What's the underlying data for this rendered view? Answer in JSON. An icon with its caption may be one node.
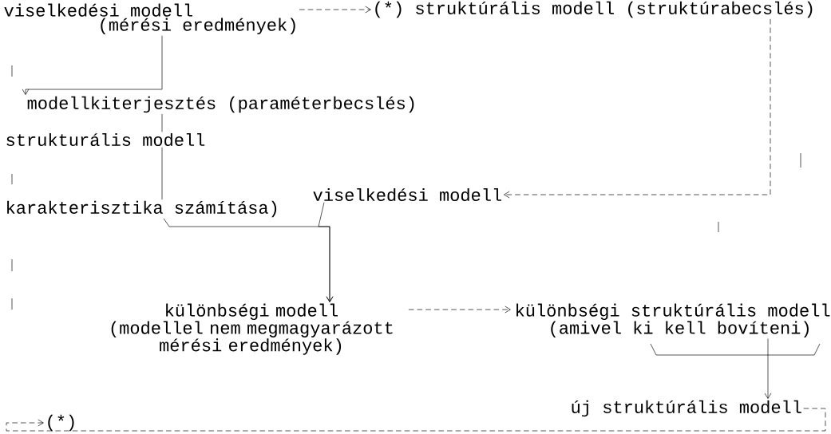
{
  "diagram": {
    "nodes": [
      {
        "text": [
          "viselkedési modell",
          "(mérési eredmények)"
        ]
      },
      {
        "text": [
          "(*) struktúrális modell (struktúrabecslés)"
        ]
      },
      {
        "text": [
          "modellkiterjesztés (paraméterbecslés)"
        ]
      },
      {
        "text": [
          "strukturális modell"
        ]
      },
      {
        "text": [
          "viselkedési modell"
        ]
      },
      {
        "text": [
          "karakterisztika számítása)"
        ]
      },
      {
        "text": [
          "különbségi modell",
          "(modellel nem megmagyarázott mérési eredmények)"
        ]
      },
      {
        "text": [
          "különbségi struktúrális modell",
          "(amivel ki kell bovíteni)"
        ]
      },
      {
        "text": [
          "új struktúrális modell"
        ]
      },
      {
        "text": [
          "(*)"
        ]
      }
    ],
    "edges": [
      {
        "from": 0,
        "to": 1,
        "arrow": "to",
        "style": "dashed"
      },
      {
        "from": 0,
        "to": 2,
        "arrow": "to"
      },
      {
        "from": 2,
        "to": 3,
        "arrow": "none"
      },
      {
        "from": 3,
        "to": 5,
        "arrow": "none"
      },
      {
        "from": 5,
        "to": 6,
        "arrow": "to"
      },
      {
        "from": 4,
        "to": 6,
        "arrow": "to"
      },
      {
        "from": 1,
        "to": 4,
        "arrow": "to",
        "style": "dashed"
      },
      {
        "from": 6,
        "to": 7,
        "arrow": "to",
        "style": "dashed"
      },
      {
        "from": 7,
        "to": 8,
        "arrow": "to"
      },
      {
        "from": 8,
        "to": 9,
        "arrow": "to",
        "style": "dashed"
      }
    ]
  }
}
